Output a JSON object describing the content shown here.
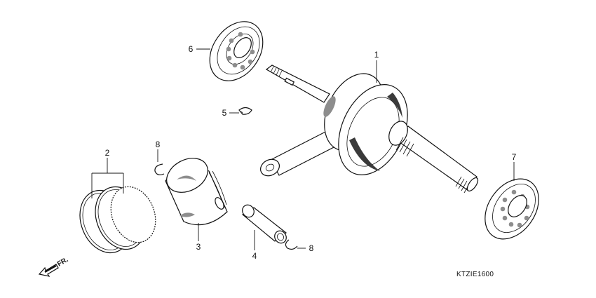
{
  "callouts": [
    {
      "id": "crankshaft",
      "label": "1"
    },
    {
      "id": "piston-rings",
      "label": "2"
    },
    {
      "id": "piston",
      "label": "3"
    },
    {
      "id": "piston-pin",
      "label": "4"
    },
    {
      "id": "woodruff-key",
      "label": "5"
    },
    {
      "id": "bearing-left",
      "label": "6"
    },
    {
      "id": "bearing-right",
      "label": "7"
    },
    {
      "id": "pin-clip-upper",
      "label": "8"
    },
    {
      "id": "pin-clip-lower",
      "label": "8"
    }
  ],
  "direction": {
    "label": "FR."
  },
  "diagram_code": "KTZIE1600"
}
